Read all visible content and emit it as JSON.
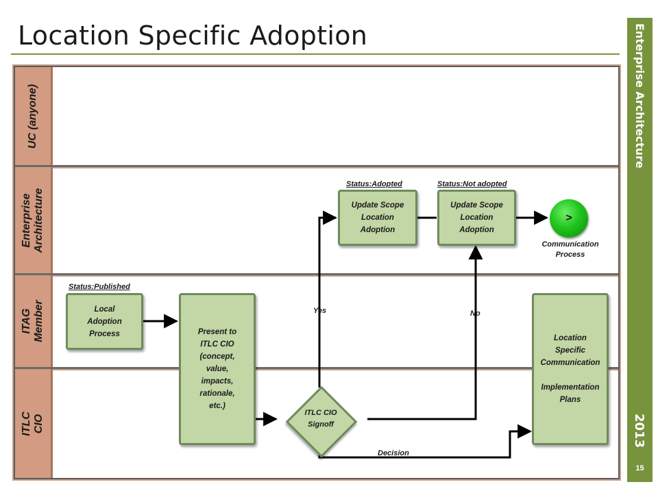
{
  "title": "Location Specific Adoption",
  "sidebar": {
    "org": "Enterprise Architecture",
    "year": "2013",
    "page": "15"
  },
  "lanes": [
    {
      "label": "UC (anyone)"
    },
    {
      "label": "Enterprise\nArchitecture"
    },
    {
      "label": "ITAG\nMember"
    },
    {
      "label": "ITLC\nCIO"
    }
  ],
  "statuses": {
    "published": "Status:Published",
    "adopted": "Status:Adopted",
    "not_adopted": "Status:Not adopted"
  },
  "boxes": {
    "local_adoption": "Local\nAdoption\nProcess",
    "present": "Present to\nITLC CIO\n(concept,\nvalue,\nimpacts,\nrationale,\netc.)",
    "update_adopted": "Update Scope\nLocation\nAdoption",
    "update_not_adopted": "Update Scope\nLocation\nAdoption",
    "communication_plan": "Location\nSpecific\nCommunication\n\nImplementation\nPlans"
  },
  "decision": {
    "text": "ITLC CIO\nSignoff"
  },
  "connector": {
    "symbol": ">",
    "label": "Communication\nProcess",
    "color": "#21c41c"
  },
  "edge_labels": {
    "yes": "Yes",
    "no": "No",
    "decision": "Decision"
  },
  "colors": {
    "accent": "#77933c",
    "box_fill": "#c2d6a6",
    "lane_label": "#d29b82"
  }
}
